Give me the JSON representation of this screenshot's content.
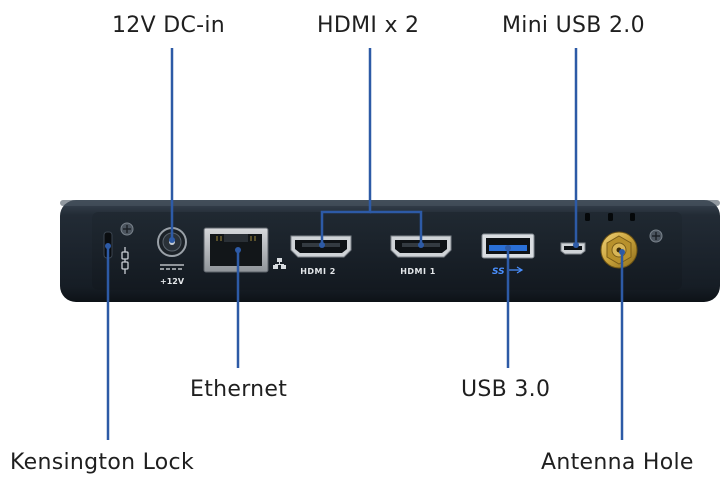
{
  "labels": {
    "dc_in": "12V DC-in",
    "hdmi": "HDMI x 2",
    "mini_usb": "Mini USB 2.0",
    "ethernet": "Ethernet",
    "usb3": "USB 3.0",
    "kensington": "Kensington Lock",
    "antenna": "Antenna Hole"
  },
  "port_marks": {
    "dc_voltage": "+12V",
    "hdmi_left": "HDMI 2",
    "hdmi_right": "HDMI 1",
    "usb_logo": "SS"
  },
  "colors": {
    "leader_line": "#2d5aa6",
    "chassis": "#1d2630",
    "usb3_blue": "#2a6fd6",
    "sma_gold": "#c9a23a"
  }
}
